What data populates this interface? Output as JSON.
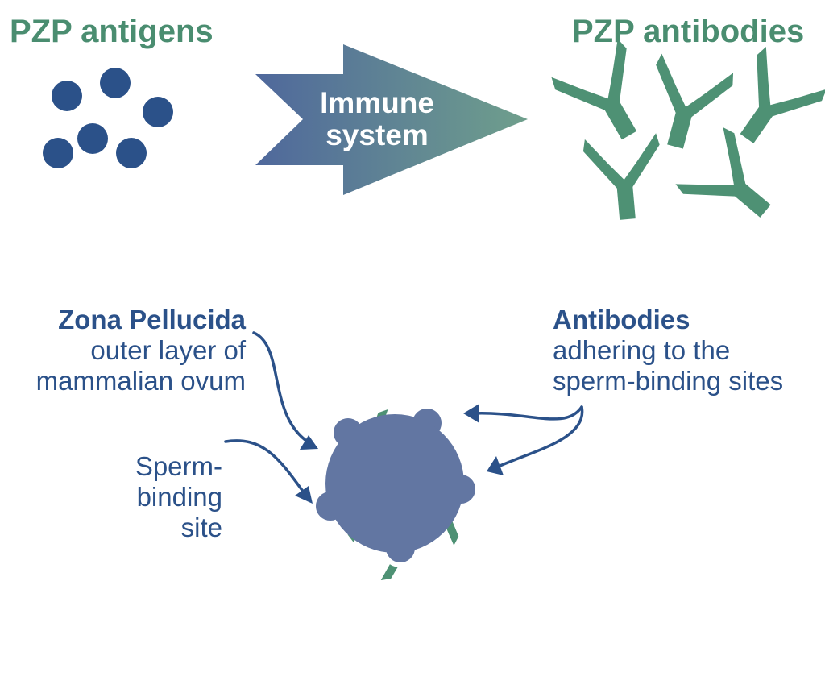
{
  "titles": {
    "left": "PZP antigens",
    "right": "PZP antibodies"
  },
  "arrow": {
    "line1": "Immune",
    "line2": "system"
  },
  "labels": {
    "zona_title": "Zona Pellucida",
    "zona_line1": "outer layer of",
    "zona_line2": "mammalian ovum",
    "sperm_line1": "Sperm-",
    "sperm_line2": "binding",
    "sperm_line3": "site",
    "antibodies_title": "Antibodies",
    "antibodies_line1": "adhering to the",
    "antibodies_line2": "sperm-binding sites"
  },
  "colors": {
    "green": "#4a8d70",
    "antibody": "#4e9174",
    "antigen": "#2b5189",
    "ovum": "#6276a2",
    "label_blue": "#2b5189",
    "arrow_start": "#4f689c",
    "arrow_end": "#6f9f8c"
  }
}
